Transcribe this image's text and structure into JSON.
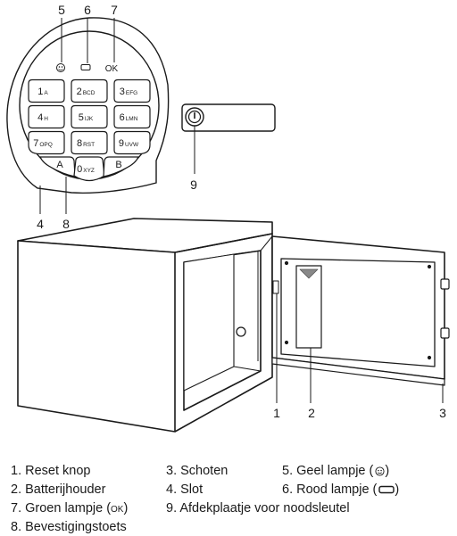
{
  "callouts": {
    "n1": "1",
    "n2": "2",
    "n3": "3",
    "n4": "4",
    "n5": "5",
    "n6": "6",
    "n7": "7",
    "n8": "8",
    "n9": "9"
  },
  "keypad": {
    "ok_label": "OK",
    "keys": [
      {
        "main": "1",
        "sub": "A"
      },
      {
        "main": "2",
        "sub": "BCD"
      },
      {
        "main": "3",
        "sub": "EFG"
      },
      {
        "main": "4",
        "sub": "H"
      },
      {
        "main": "5",
        "sub": "IJK"
      },
      {
        "main": "6",
        "sub": "LMN"
      },
      {
        "main": "7",
        "sub": "OPQ"
      },
      {
        "main": "8",
        "sub": "RST"
      },
      {
        "main": "9",
        "sub": "UVW"
      },
      {
        "main": "A",
        "sub": ""
      },
      {
        "main": "0",
        "sub": "XYZ"
      },
      {
        "main": "B",
        "sub": ""
      }
    ]
  },
  "legend": {
    "item1": "1. Reset knop",
    "item2": "2. Batterijhouder",
    "item7_text": "7. Groen lampje (",
    "item7_ok": "OK",
    "item7_close": ")",
    "item8": "8. Bevestigingstoets",
    "item3": "3. Schoten",
    "item4": "4. Slot",
    "item9": "9. Afdekplaatje voor noodsleutel",
    "item5_text": "5. Geel lampje (",
    "item5_close": ")",
    "item6_text": "6. Rood lampje (",
    "item6_close": ")"
  },
  "icons": {
    "yellow_lamp": "smiley-icon",
    "red_lamp": "battery-icon",
    "key_cover": "keyhole-icon"
  }
}
